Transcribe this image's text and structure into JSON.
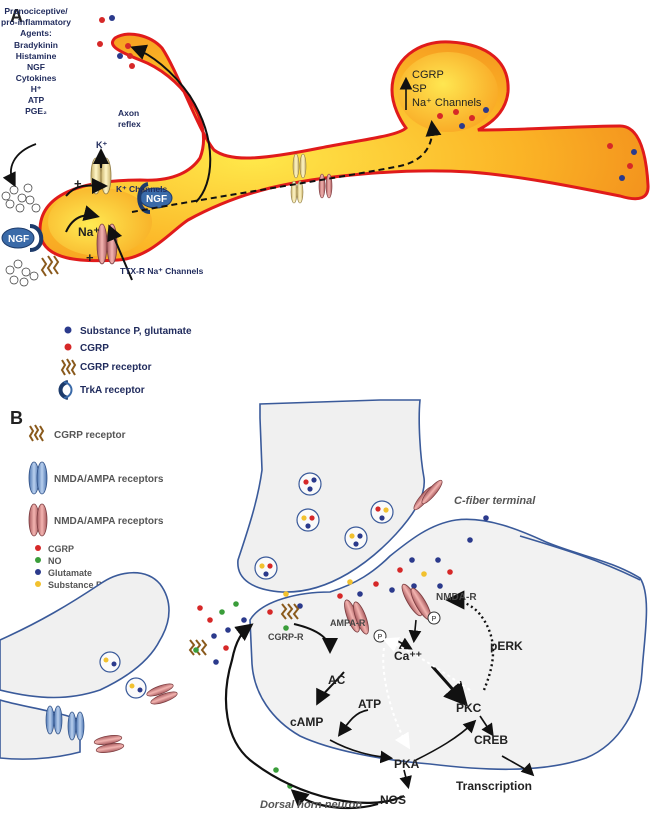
{
  "panel_a": {
    "letter": "A",
    "agents_lines": [
      "Pronociceptive/",
      "pro-inflammatory",
      "Agents:",
      "Bradykinin",
      "Histamine",
      "NGF",
      "Cytokines",
      "H⁺",
      "ATP",
      "PGE₂"
    ],
    "axon_reflex": [
      "Axon",
      "reflex"
    ],
    "k_label": "K⁺",
    "k_channels": "K⁺ Channels",
    "na_label": "Na⁺",
    "ttx_channels": "TTX-R Na⁺ Channels",
    "ngf": "NGF",
    "plus": "+",
    "terminal_lines": [
      "CGRP",
      "SP",
      "Na⁺ Channels"
    ],
    "legend": {
      "substance_p": "Substance P, glutamate",
      "cgrp": "CGRP",
      "cgrp_receptor": "CGRP receptor",
      "trka_receptor": "TrkA receptor"
    }
  },
  "panel_b": {
    "letter": "B",
    "legend": {
      "cgrp_receptor": "CGRP receptor",
      "nmda_ampa_1": "NMDA/AMPA receptors",
      "nmda_ampa_2": "NMDA/AMPA receptors",
      "cgrp": "CGRP",
      "no": "NO",
      "glutamate": "Glutamate",
      "substance_p": "Substance P"
    },
    "c_fiber_terminal": "C-fiber terminal",
    "dorsal_horn_neuron": "Dorsal horn neuron",
    "nmda_r": "NMDA-R",
    "ampa_r": "AMPA-R",
    "cgrp_r": "CGRP-R",
    "p": "P",
    "ca": "Ca⁺⁺",
    "perk": "pERK",
    "ac": "AC",
    "atp": "ATP",
    "camp": "cAMP",
    "pkc": "PKC",
    "creb": "CREB",
    "pka": "PKA",
    "nos": "NOS",
    "transcription": "Transcription"
  },
  "colors": {
    "substance_p_glutamate": "#2b3a8c",
    "cgrp": "#d62828",
    "no": "#3a9d3a",
    "substance_p": "#f2c12e",
    "neuron_fill": "#f5a623",
    "neuron_outline": "#e02020",
    "membrane": "#3a5a9a"
  }
}
